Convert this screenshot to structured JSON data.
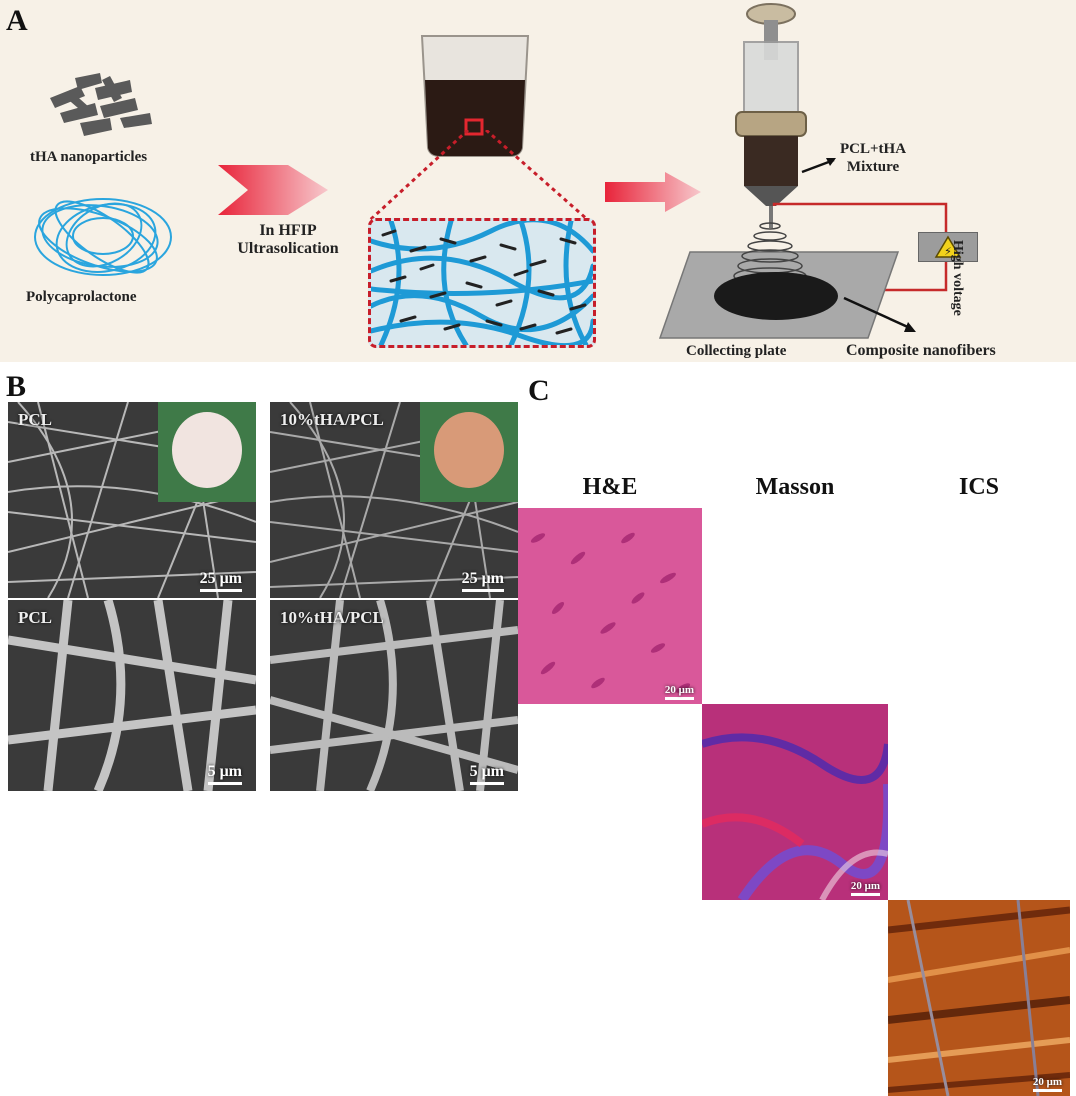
{
  "panel_a": {
    "letter": "A",
    "tha_label": "tHA nanoparticles",
    "pcl_label": "Polycaprolactone",
    "step_label_1": "In HFIP",
    "step_label_2": "Ultrasolication",
    "mixture_label_1": "PCL+tHA",
    "mixture_label_2": "Mixture",
    "voltage_label": "High voltage",
    "plate_label": "Collecting plate",
    "fibers_label": "Composite nanofibers"
  },
  "panel_b": {
    "letter": "B",
    "images": [
      {
        "label": "PCL",
        "scale": "25 μm",
        "inset_color": "#f1e4e0"
      },
      {
        "label": "10%tHA/PCL",
        "scale": "25 μm",
        "inset_color": "#d89a78"
      },
      {
        "label": "PCL",
        "scale": "5 μm"
      },
      {
        "label": "10%tHA/PCL",
        "scale": "5 μm"
      }
    ]
  },
  "panel_c": {
    "letter": "C",
    "stains": [
      {
        "title": "H&E",
        "scale": "20 μm",
        "base_color": "#d9589a"
      },
      {
        "title": "Masson",
        "scale": "20 μm",
        "base_color": "#b8307a"
      },
      {
        "title": "ICS",
        "scale": "20 μm",
        "base_color": "#b5551a"
      }
    ]
  }
}
